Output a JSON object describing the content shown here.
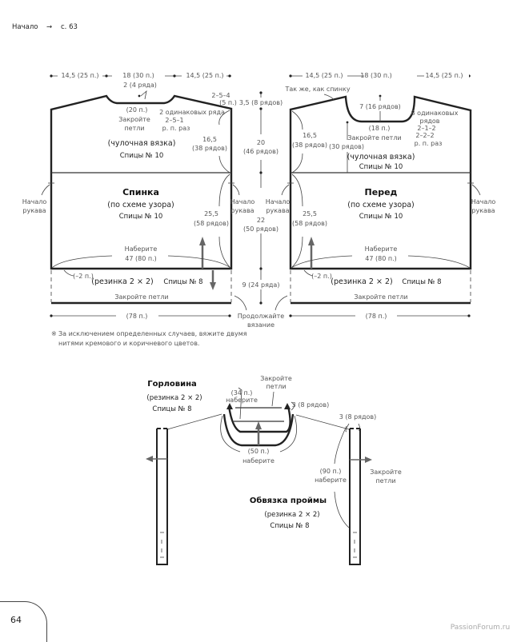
{
  "header": {
    "start_label": "Начало",
    "arrow": "→",
    "page_ref": "с. 63"
  },
  "back": {
    "title": "Спинка",
    "pattern": "(по схеме узора)",
    "needles": "Спицы № 10",
    "top_widths": [
      "14,5 (25 п.)",
      "18 (30 п.)",
      "14,5 (25 п.)"
    ],
    "neck_rows": "2 (4 ряда)",
    "neck_sts": "(20 п.)",
    "bind_off_1": "Закройте",
    "bind_off_2": "петли",
    "shoulder_dec_1": "2–5–4",
    "shoulder_dec_2": "(5 п.)",
    "armhole_1": "2 одинаковых ряда",
    "armhole_2": "2–5–1",
    "armhole_3": "р.  п.  раз",
    "armhole_height_1": "16,5",
    "armhole_height_2": "(38 рядов)",
    "upper_stitch": "(чулочная вязка)",
    "upper_needles": "Спицы № 10",
    "sleeve_start_1": "Начало",
    "sleeve_start_2": "рукава",
    "body_height_1": "25,5",
    "body_height_2": "(58 рядов)",
    "cast_on_1": "Наберите",
    "cast_on_2": "47 (80 п.)",
    "dec": "(–2 п.)",
    "rib": "(резинка 2 × 2)",
    "rib_needles": "Спицы № 8",
    "bind_off_bottom": "Закройте петли",
    "bottom_width": "(78 п.)"
  },
  "center": {
    "shoulder_rows": "3,5 (8 рядов)",
    "upper_1": "20",
    "upper_2": "(46 рядов)",
    "body_1": "22",
    "body_2": "(50 рядов)",
    "rib": "9 (24 ряда)",
    "continue_1": "Продолжайте",
    "continue_2": "вязание"
  },
  "front": {
    "title": "Перед",
    "pattern": "(по схеме узора)",
    "needles": "Спицы № 10",
    "top_widths": [
      "14,5 (25 п.)",
      "18 (30 п.)",
      "14,5 (25 п.)"
    ],
    "same_as_back": "Так же, как спинку",
    "neck_depth": "7 (16 рядов)",
    "neck_sts": "(18 п.)",
    "bind_off": "Закройте петли",
    "neck_dec_1": "8 одинаковых",
    "neck_dec_2": "рядов",
    "neck_dec_3": "2–1–2",
    "neck_dec_4": "2–2–2",
    "neck_dec_5": "р.  п.  раз",
    "armhole_height_1": "16,5",
    "armhole_height_2": "(38 рядов)",
    "neck_start": "(30 рядов)",
    "upper_stitch": "(чулочная вязка)",
    "upper_needles": "Спицы № 10",
    "sleeve_start_1": "Начало",
    "sleeve_start_2": "рукава",
    "body_height_1": "25,5",
    "body_height_2": "(58 рядов)",
    "cast_on_1": "Наберите",
    "cast_on_2": "47 (80 п.)",
    "dec": "(–2 п.)",
    "rib": "(резинка 2 × 2)",
    "rib_needles": "Спицы № 8",
    "bind_off_bottom": "Закройте петли",
    "bottom_width": "(78 п.)"
  },
  "note": {
    "symbol": "※",
    "line1": "За исключением определенных случаев, вяжите двумя",
    "line2": "нитями кремового и коричневого цветов."
  },
  "neckband": {
    "title": "Горловина",
    "rib": "(резинка 2 × 2)",
    "needles": "Спицы № 8",
    "cast_on_top_1": "(34 п.)",
    "cast_on_top_2": "наберите",
    "bind_off_1": "Закройте",
    "bind_off_2": "петли",
    "rows": "3 (8 рядов)",
    "cast_on_bottom_1": "(50 п.)",
    "cast_on_bottom_2": "наберите"
  },
  "armband": {
    "title": "Обвязка проймы",
    "rib": "(резинка 2 × 2)",
    "needles": "Спицы № 8",
    "rows": "3 (8 рядов)",
    "cast_on_1": "(90 п.)",
    "cast_on_2": "наберите",
    "bind_off_1": "Закройте",
    "bind_off_2": "петли"
  },
  "footer": {
    "page_number": "64",
    "watermark": "PassionForum.ru"
  }
}
